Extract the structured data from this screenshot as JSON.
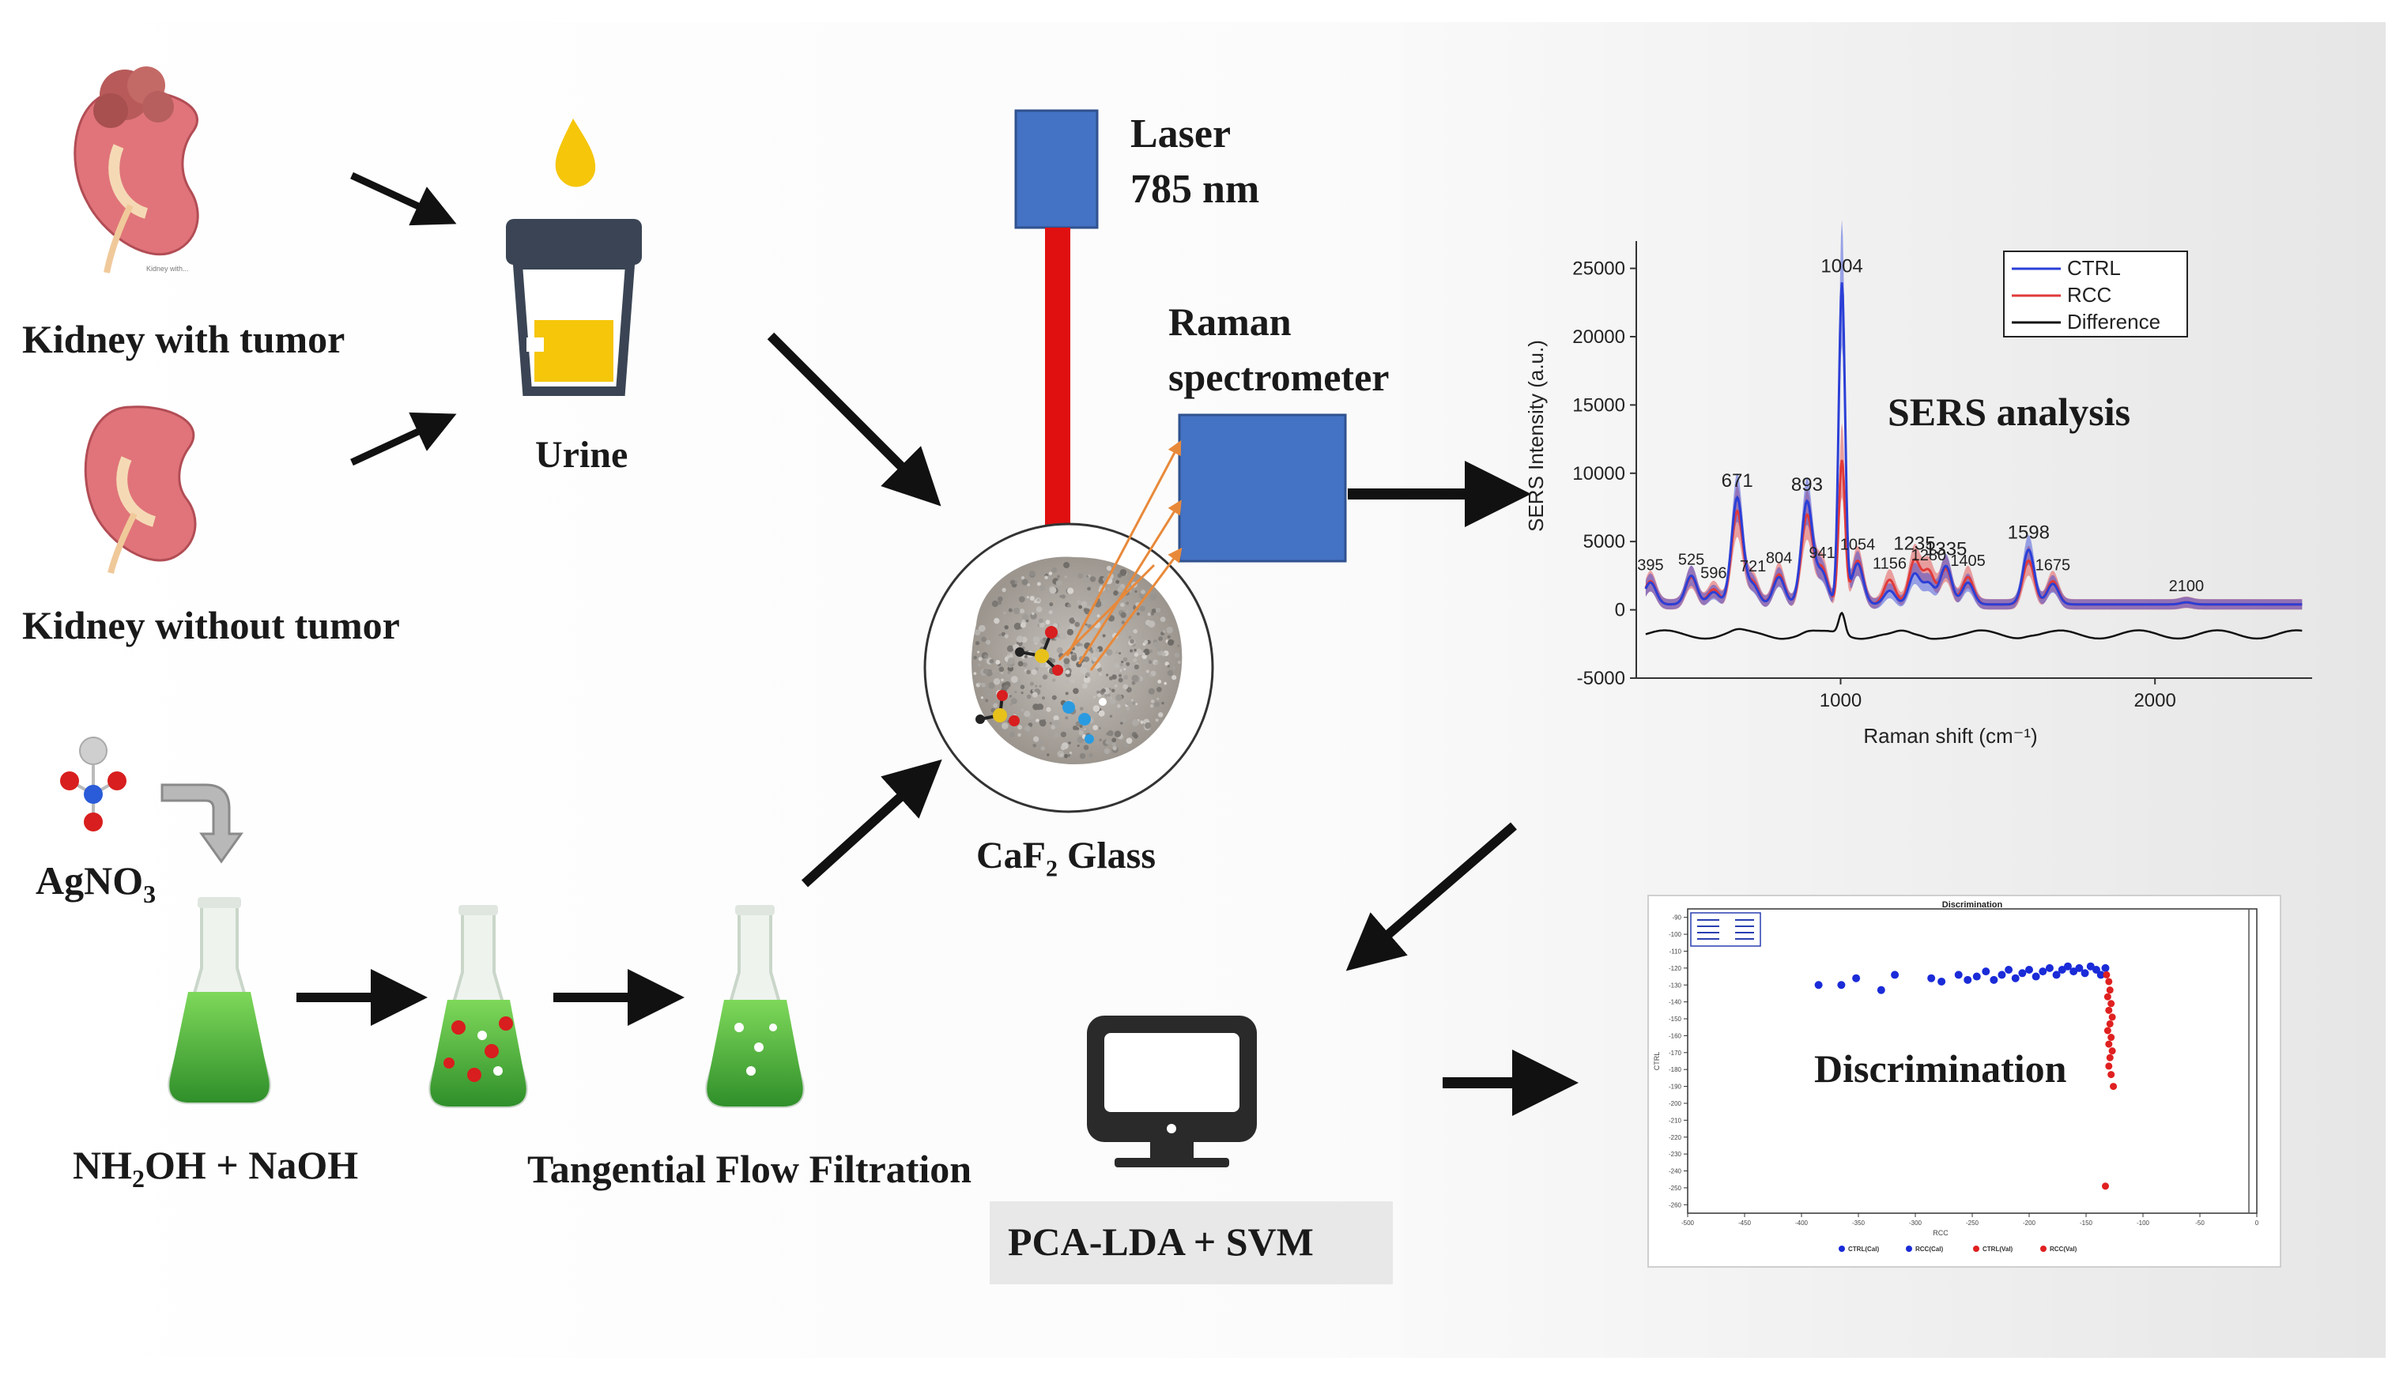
{
  "labels": {
    "kidney_tumor": "Kidney with tumor",
    "kidney_no_tumor": "Kidney without tumor",
    "urine": "Urine",
    "laser_line1": "Laser",
    "laser_line2": "785 nm",
    "raman_line1": "Raman",
    "raman_line2": "spectrometer",
    "caf2_a": "CaF",
    "caf2_sub": "2",
    "caf2_b": " Glass",
    "agno3_a": "AgNO",
    "agno3_sub": "3",
    "nh2oh_a": "NH",
    "nh2oh_sub": "2",
    "nh2oh_b": "OH + NaOH",
    "tff": "Tangential Flow Filtration",
    "pca": "PCA-LDA + SVM",
    "sers_analysis": "SERS analysis",
    "discrimination": "Discrimination",
    "kidney_tiny_caption": "Kidney with..."
  },
  "sers_chart": {
    "type": "line",
    "xlabel": "Raman shift (cm⁻¹)",
    "ylabel": "SERS Intensity (a.u.)",
    "xlim": [
      350,
      2500
    ],
    "ylim": [
      -5000,
      27000
    ],
    "xticks": [
      1000,
      2000
    ],
    "yticks": [
      -5000,
      0,
      5000,
      10000,
      15000,
      20000,
      25000
    ],
    "legend": [
      "CTRL",
      "RCC",
      "Difference"
    ],
    "colors": {
      "ctrl": "#2b3fd6",
      "rcc": "#e03a3a",
      "diff": "#111111"
    },
    "peaks": [
      {
        "x": 395,
        "label": "395",
        "ctrl": 1600,
        "rcc": 1700
      },
      {
        "x": 525,
        "label": "525",
        "ctrl": 2100,
        "rcc": 2000
      },
      {
        "x": 596,
        "label": "596",
        "ctrl": 900,
        "rcc": 1100
      },
      {
        "x": 671,
        "label": "671",
        "ctrl": 7800,
        "rcc": 6800
      },
      {
        "x": 721,
        "label": "721",
        "ctrl": 1400,
        "rcc": 1600
      },
      {
        "x": 804,
        "label": "804",
        "ctrl": 2000,
        "rcc": 2200
      },
      {
        "x": 893,
        "label": "893",
        "ctrl": 7500,
        "rcc": 6500
      },
      {
        "x": 941,
        "label": "941",
        "ctrl": 2300,
        "rcc": 2600
      },
      {
        "x": 1004,
        "label": "1004",
        "ctrl": 23500,
        "rcc": 10500
      },
      {
        "x": 1054,
        "label": "1054",
        "ctrl": 3000,
        "rcc": 3200
      },
      {
        "x": 1156,
        "label": "1156",
        "ctrl": 1000,
        "rcc": 1800
      },
      {
        "x": 1235,
        "label": "1235",
        "ctrl": 2200,
        "rcc": 3200
      },
      {
        "x": 1280,
        "label": "1280",
        "ctrl": 1500,
        "rcc": 2400
      },
      {
        "x": 1335,
        "label": "1335",
        "ctrl": 2800,
        "rcc": 2600
      },
      {
        "x": 1405,
        "label": "1405",
        "ctrl": 1600,
        "rcc": 2000
      },
      {
        "x": 1598,
        "label": "1598",
        "ctrl": 4000,
        "rcc": 3200
      },
      {
        "x": 1675,
        "label": "1675",
        "ctrl": 1500,
        "rcc": 1700
      },
      {
        "x": 2100,
        "label": "2100",
        "ctrl": 150,
        "rcc": 150
      }
    ]
  },
  "disc_chart": {
    "type": "scatter",
    "title": "Discrimination",
    "xlabel": "RCC",
    "ylabel": "CTRL",
    "xlim": [
      -500,
      0
    ],
    "ylim": [
      -265,
      -85
    ],
    "legend": [
      "CTRL(Cal)",
      "RCC(Cal)",
      "CTRL(Val)",
      "RCC(Val)"
    ],
    "colors": {
      "ctrl": "#1a2bd8",
      "rcc": "#e02020"
    },
    "ctrl_points": [
      [
        -385,
        -130
      ],
      [
        -365,
        -130
      ],
      [
        -352,
        -126
      ],
      [
        -330,
        -133
      ],
      [
        -318,
        -124
      ],
      [
        -286,
        -126
      ],
      [
        -277,
        -128
      ],
      [
        -262,
        -124
      ],
      [
        -254,
        -127
      ],
      [
        -246,
        -125
      ],
      [
        -238,
        -122
      ],
      [
        -231,
        -127
      ],
      [
        -224,
        -124
      ],
      [
        -218,
        -121
      ],
      [
        -212,
        -126
      ],
      [
        -206,
        -123
      ],
      [
        -200,
        -121
      ],
      [
        -194,
        -125
      ],
      [
        -188,
        -122
      ],
      [
        -182,
        -120
      ],
      [
        -176,
        -124
      ],
      [
        -171,
        -121
      ],
      [
        -166,
        -119
      ],
      [
        -161,
        -122
      ],
      [
        -156,
        -120
      ],
      [
        -151,
        -123
      ],
      [
        -146,
        -119
      ],
      [
        -141,
        -121
      ],
      [
        -137,
        -124
      ],
      [
        -133,
        -120
      ]
    ],
    "rcc_points": [
      [
        -132,
        -124
      ],
      [
        -130,
        -128
      ],
      [
        -129,
        -133
      ],
      [
        -131,
        -137
      ],
      [
        -128,
        -141
      ],
      [
        -130,
        -145
      ],
      [
        -127,
        -149
      ],
      [
        -129,
        -153
      ],
      [
        -131,
        -157
      ],
      [
        -128,
        -161
      ],
      [
        -130,
        -165
      ],
      [
        -127,
        -169
      ],
      [
        -129,
        -173
      ],
      [
        -130,
        -178
      ],
      [
        -128,
        -183
      ],
      [
        -126,
        -190
      ],
      [
        -133,
        -249
      ]
    ]
  }
}
